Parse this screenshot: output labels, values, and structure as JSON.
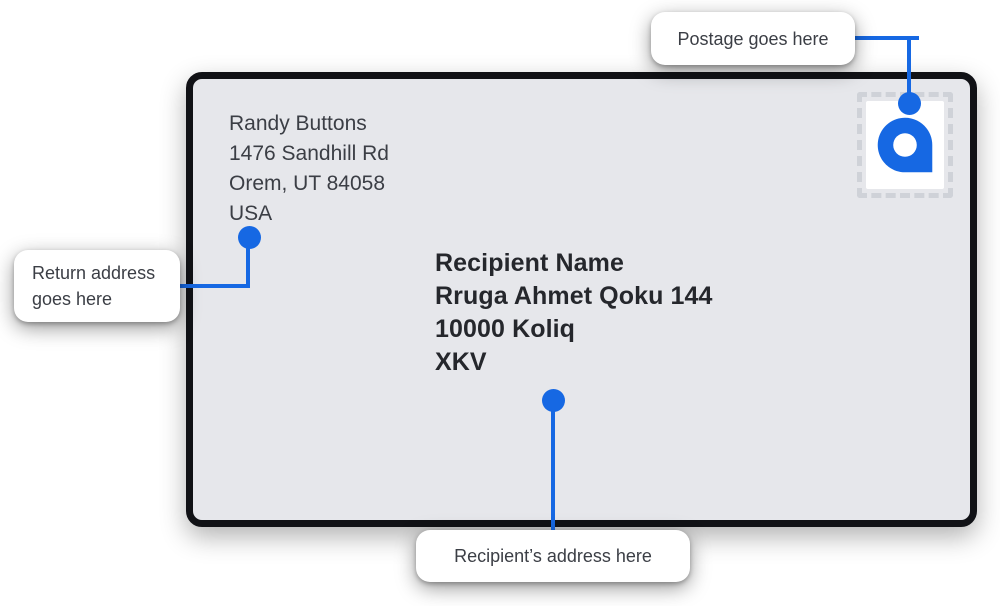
{
  "envelope": {
    "return_address": {
      "lines": [
        "Randy Buttons",
        "1476 Sandhill Rd",
        "Orem, UT 84058",
        "USA"
      ]
    },
    "recipient_address": {
      "lines": [
        "Recipient Name",
        "Rruga Ahmet Qoku 144",
        "10000 Koliq",
        "XKV"
      ]
    },
    "stamp": {
      "icon": "postage-stamp-logo-icon"
    }
  },
  "callouts": {
    "postage": {
      "label": "Postage goes here"
    },
    "return_address": {
      "line1": "Return address",
      "line2": "goes here"
    },
    "recipient_address": {
      "label": "Recipient’s address here"
    }
  },
  "colors": {
    "accent": "#1668e3",
    "envelope_fill": "#e6e7eb",
    "envelope_border": "#111216",
    "callout_bg": "#ffffff",
    "text": "#3b3e45",
    "recipient_text": "#25272c",
    "stamp_perforation": "#cfd2d8"
  }
}
